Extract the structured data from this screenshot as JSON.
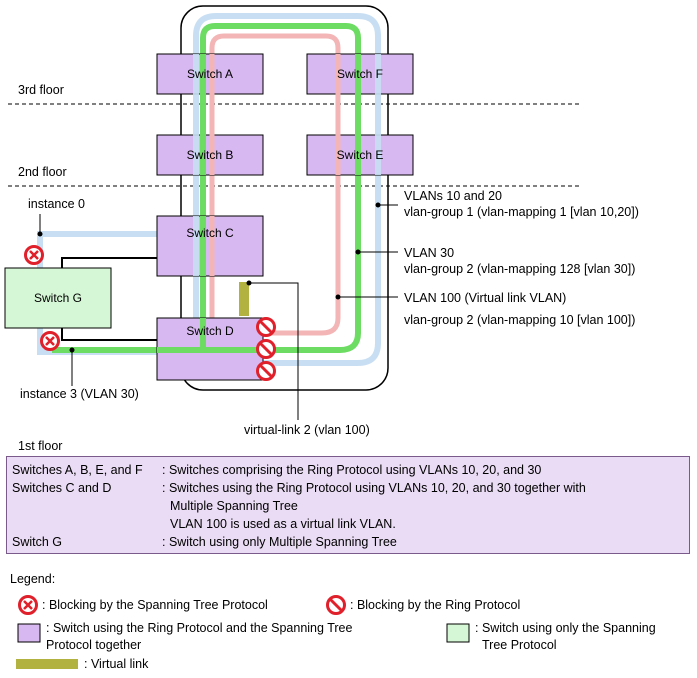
{
  "floors": {
    "third": "3rd floor",
    "second": "2nd floor",
    "first": "1st floor"
  },
  "switches": {
    "a": "Switch A",
    "b": "Switch B",
    "c": "Switch C",
    "d": "Switch D",
    "e": "Switch E",
    "f": "Switch F",
    "g": "Switch G"
  },
  "labels": {
    "instance0": "instance 0",
    "instance3": "instance 3 (VLAN 30)",
    "virtual_link": "virtual-link 2 (vlan 100)",
    "vlan1020_line1": "VLANs 10 and 20",
    "vlan1020_line2": "vlan-group 1 (vlan-mapping 1 [vlan 10,20])",
    "vlan30_line1": "VLAN 30",
    "vlan30_line2": "vlan-group 2 (vlan-mapping 128 [vlan 30])",
    "vlan100_line1": "VLAN 100 (Virtual link VLAN)",
    "vlan100_line2": "vlan-group 2 (vlan-mapping 10 [vlan 100])"
  },
  "description": [
    {
      "key": "Switches A, B, E, and F",
      "value": ": Switches comprising the Ring Protocol using VLANs 10, 20, and 30"
    },
    {
      "key": "Switches C and D",
      "value": ": Switches using the Ring Protocol using VLANs 10, 20, and 30 together with"
    },
    {
      "key": "",
      "value": "Multiple Spanning Tree"
    },
    {
      "key": "",
      "value": "VLAN 100 is used as a virtual link VLAN."
    },
    {
      "key": "Switch G",
      "value": ": Switch using only Multiple Spanning Tree"
    }
  ],
  "legend": {
    "title": "Legend:",
    "stp_block": ": Blocking by the Spanning Tree Protocol",
    "ring_block": ": Blocking by the Ring Protocol",
    "ring_stp_switch_line1": ": Switch using the Ring Protocol and the Spanning Tree",
    "ring_stp_switch_line2": "Protocol together",
    "stp_only_line1": ": Switch using only the Spanning",
    "stp_only_line2": "Tree Protocol",
    "virtual_link": ": Virtual link"
  },
  "colors": {
    "ring_switch_fill": "#d8b8f0",
    "stp_switch_fill": "#d6f7d6",
    "vlan1020_line": "#c8dff3",
    "vlan30_line": "#6ddc63",
    "vlan100_line": "#f3b5b5",
    "virtual_link": "#b2b240",
    "block_red": "#e0202a",
    "desc_fill": "#eadcf4"
  }
}
